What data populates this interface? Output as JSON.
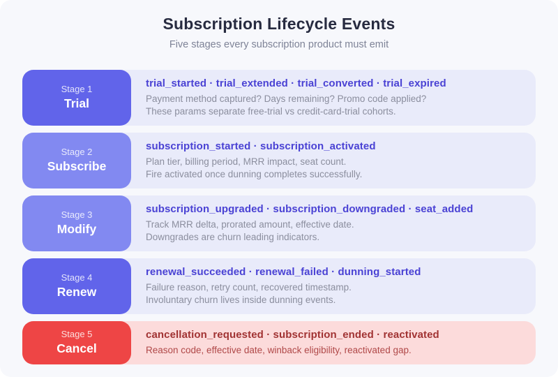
{
  "header": {
    "title": "Subscription Lifecycle Events",
    "subtitle": "Five stages every subscription product must emit"
  },
  "colors": {
    "page_background": "#ffffff",
    "card_background": "#f7f8fc",
    "title_text": "#272b40",
    "subtitle_text": "#7e8397",
    "badge_dark_purple": "#6164ea",
    "badge_light_purple": "#8289f1",
    "badge_red": "#ee4545",
    "panel_lavender": "#e9ebfa",
    "panel_pink": "#fcdbdb",
    "event_indigo": "#4a42d4",
    "event_dark_red": "#a13333",
    "desc_gray": "#8b8e9e",
    "desc_red": "#b04848"
  },
  "event_separator": " · ",
  "stages": [
    {
      "stage_label": "Stage 1",
      "name": "Trial",
      "events": [
        "trial_started",
        "trial_extended",
        "trial_converted",
        "trial_expired"
      ],
      "description_lines": [
        "Payment method captured? Days remaining? Promo code applied?",
        "These params separate free-trial vs credit-card-trial cohorts."
      ],
      "badge_color": "#6164ea",
      "panel_color": "#e9ebfa",
      "event_color": "#4a42d4",
      "desc_color": "#8b8e9e"
    },
    {
      "stage_label": "Stage 2",
      "name": "Subscribe",
      "events": [
        "subscription_started",
        "subscription_activated"
      ],
      "description_lines": [
        "Plan tier, billing period, MRR impact, seat count.",
        "Fire activated once dunning completes successfully."
      ],
      "badge_color": "#8289f1",
      "panel_color": "#e9ebfa",
      "event_color": "#4a42d4",
      "desc_color": "#8b8e9e"
    },
    {
      "stage_label": "Stage 3",
      "name": "Modify",
      "events": [
        "subscription_upgraded",
        "subscription_downgraded",
        "seat_added"
      ],
      "description_lines": [
        "Track MRR delta, prorated amount, effective date.",
        "Downgrades are churn leading indicators."
      ],
      "badge_color": "#8289f1",
      "panel_color": "#e9ebfa",
      "event_color": "#4a42d4",
      "desc_color": "#8b8e9e"
    },
    {
      "stage_label": "Stage 4",
      "name": "Renew",
      "events": [
        "renewal_succeeded",
        "renewal_failed",
        "dunning_started"
      ],
      "description_lines": [
        "Failure reason, retry count, recovered timestamp.",
        "Involuntary churn lives inside dunning events."
      ],
      "badge_color": "#6164ea",
      "panel_color": "#e9ebfa",
      "event_color": "#4a42d4",
      "desc_color": "#8b8e9e"
    },
    {
      "stage_label": "Stage 5",
      "name": "Cancel",
      "events": [
        "cancellation_requested",
        "subscription_ended",
        "reactivated"
      ],
      "description_lines": [
        "Reason code, effective date, winback eligibility, reactivated gap."
      ],
      "badge_color": "#ee4545",
      "panel_color": "#fcdbdb",
      "event_color": "#a13333",
      "desc_color": "#b04848"
    }
  ]
}
